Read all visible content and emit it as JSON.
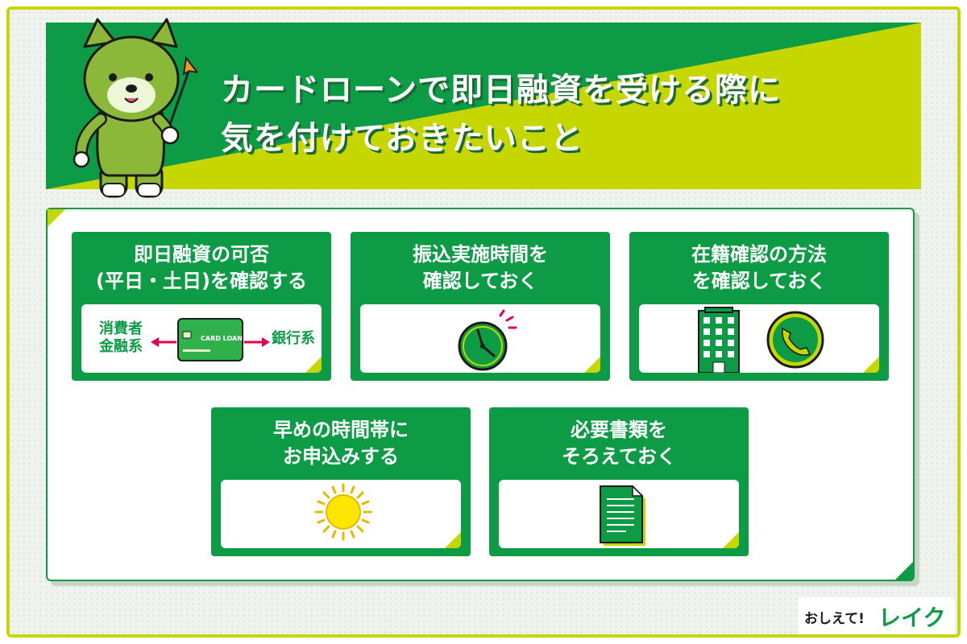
{
  "header": {
    "title_line1": "カードローンで即日融資を受ける際に",
    "title_line2": "気を付けておきたいこと"
  },
  "cards": [
    {
      "title_line1": "即日融資の可否",
      "title_line2": "(平日・土日)を確認する",
      "left_label_line1": "消費者",
      "left_label_line2": "金融系",
      "card_text": "CARD LOAN",
      "right_label": "銀行系",
      "icon": "credit-card-icon"
    },
    {
      "title_line1": "振込実施時間を",
      "title_line2": "確認しておく",
      "icon": "clock-icon"
    },
    {
      "title_line1": "在籍確認の方法",
      "title_line2": "を確認しておく",
      "icons": [
        "office-building-icon",
        "phone-icon"
      ]
    },
    {
      "title_line1": "早めの時間帯に",
      "title_line2": "お申込みする",
      "icon": "sun-icon"
    },
    {
      "title_line1": "必要書類を",
      "title_line2": "そろえておく",
      "icon": "document-icon"
    }
  ],
  "logo": {
    "small": "おしえて!",
    "big": "レイク"
  },
  "colors": {
    "green": "#0d9c45",
    "lime": "#c6d600",
    "arrow_red": "#e6004d",
    "sun_yellow": "#ffe600"
  }
}
